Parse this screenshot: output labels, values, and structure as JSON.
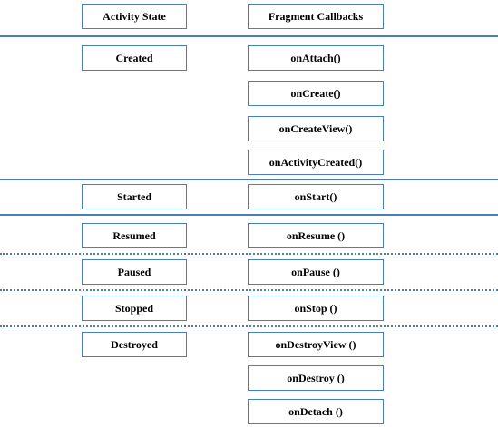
{
  "headers": {
    "activity_state": "Activity State",
    "fragment_callbacks": "Fragment Callbacks"
  },
  "states": {
    "created": "Created",
    "started": "Started",
    "resumed": "Resumed",
    "paused": "Paused",
    "stopped": "Stopped",
    "destroyed": "Destroyed"
  },
  "callbacks": {
    "on_attach": "onAttach()",
    "on_create": "onCreate()",
    "on_create_view": "onCreateView()",
    "on_activity_created": "onActivityCreated()",
    "on_start": "onStart()",
    "on_resume": "onResume ()",
    "on_pause": "onPause ()",
    "on_stop": "onStop ()",
    "on_destroy_view": "onDestroyView ()",
    "on_destroy": "onDestroy ()",
    "on_detach": "onDetach ()"
  },
  "colors": {
    "border": "#4a7ebb",
    "separator": "#4a7ebb"
  }
}
